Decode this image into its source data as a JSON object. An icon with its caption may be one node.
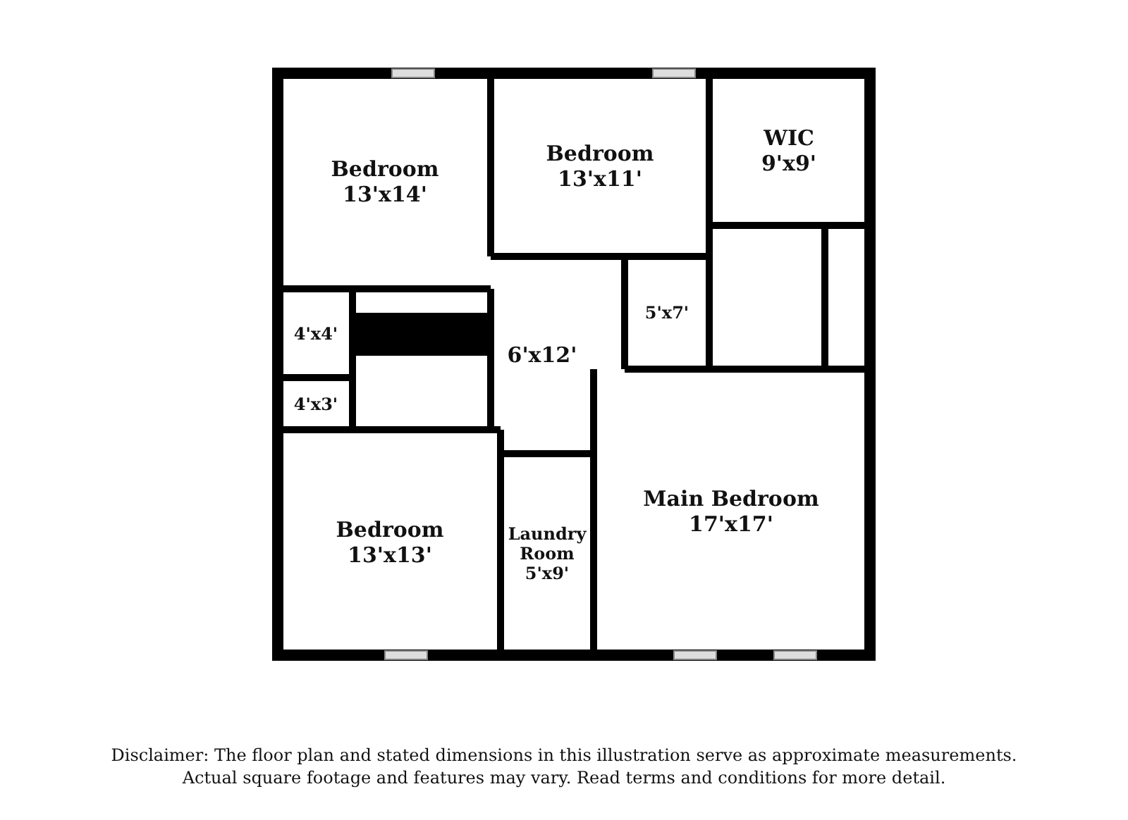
{
  "diagram": {
    "caption": "Disclaimer: The floor plan and stated dimensions in this illustration serve as approximate measurements. Actual square footage and features may vary. Read terms and conditions for more detail.",
    "nodes": [
      {
        "text": [
          "Bedroom",
          "13'x14'"
        ]
      },
      {
        "text": [
          "Bedroom",
          "13'x11'"
        ]
      },
      {
        "text": [
          "WIC",
          "9'x9'"
        ]
      },
      {
        "text": [
          "4'x4'"
        ]
      },
      {
        "text": [
          "6'x12'"
        ]
      },
      {
        "text": [
          "5'x7'"
        ]
      },
      {
        "text": [
          "4'x3'"
        ]
      },
      {
        "text": [
          "Bedroom",
          "13'x13'"
        ]
      },
      {
        "text": [
          "Main Bedroom",
          "17'x17'"
        ]
      },
      {
        "text": [
          "Laundry Room",
          "5'x9'"
        ]
      }
    ],
    "edges": []
  }
}
